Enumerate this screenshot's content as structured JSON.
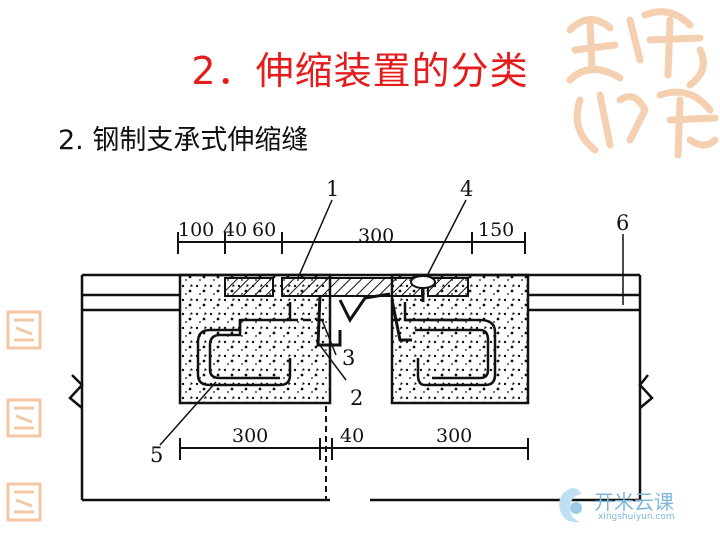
{
  "slide": {
    "title": "2．伸缩装置的分类",
    "subtitle": "2. 钢制支承式伸缩缝"
  },
  "figure": {
    "dimensions_top": [
      "100",
      "40",
      "60",
      "300",
      "150"
    ],
    "dimensions_bottom": [
      "300",
      "40",
      "300"
    ],
    "callouts": [
      "1",
      "2",
      "3",
      "4",
      "5",
      "6"
    ]
  },
  "watermark": {
    "brand": "开米云课",
    "domain": "xingshuiyun.com"
  },
  "colors": {
    "title": "#e51c1c",
    "text": "#111111",
    "seal": "#f3c8a4",
    "watermark": "#7fb7dd"
  }
}
